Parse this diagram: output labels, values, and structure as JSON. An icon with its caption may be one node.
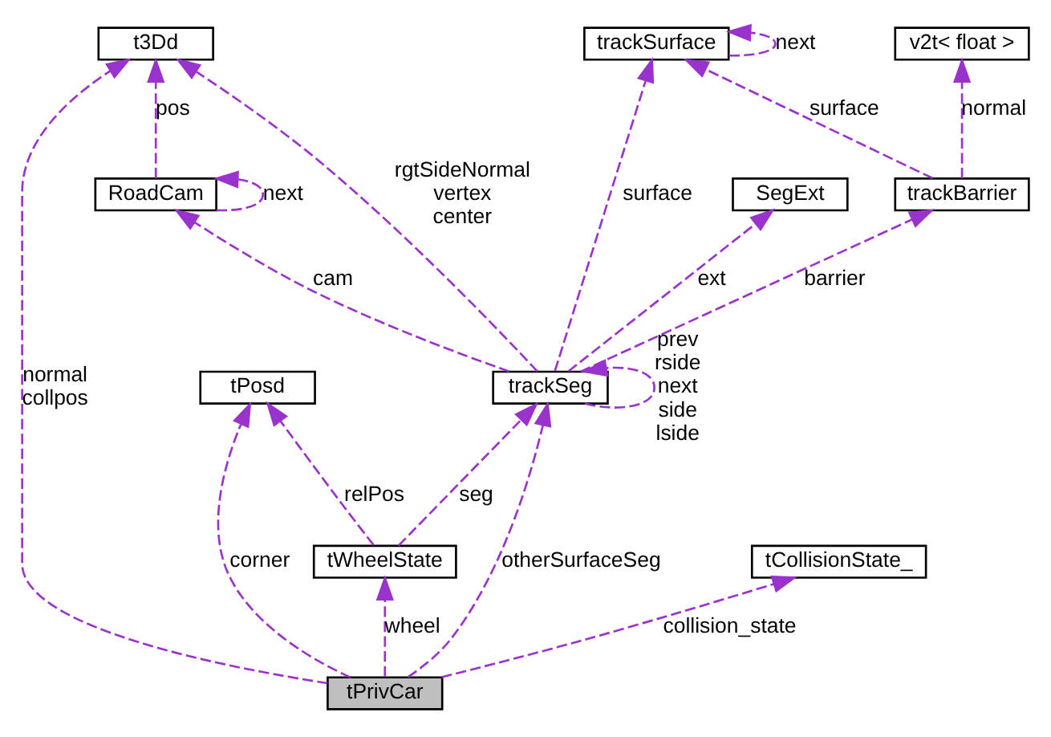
{
  "diagram": {
    "nodes": [
      {
        "text": [
          "t3Dd"
        ]
      },
      {
        "text": [
          "trackSurface"
        ]
      },
      {
        "text": [
          "v2t< float >"
        ]
      },
      {
        "text": [
          "RoadCam"
        ]
      },
      {
        "text": [
          "trackBarrier"
        ]
      },
      {
        "text": [
          "SegExt"
        ]
      },
      {
        "text": [
          "trackSeg"
        ]
      },
      {
        "text": [
          "tPosd"
        ]
      },
      {
        "text": [
          "tWheelState"
        ]
      },
      {
        "text": [
          "tCollisionState_"
        ]
      },
      {
        "text": [
          "tPrivCar"
        ]
      }
    ],
    "edges": [
      {
        "from": 10,
        "to": 0,
        "arrow": "to",
        "label": "normal collpos",
        "style": "dashed"
      },
      {
        "from": 3,
        "to": 0,
        "arrow": "to",
        "label": "pos",
        "style": "dashed"
      },
      {
        "from": 6,
        "to": 0,
        "arrow": "to",
        "label": "rgtSideNormal vertex center",
        "style": "dashed"
      },
      {
        "from": 1,
        "to": 1,
        "arrow": "to",
        "label": "next",
        "style": "dashed"
      },
      {
        "from": 4,
        "to": 1,
        "arrow": "to",
        "label": "surface",
        "style": "dashed"
      },
      {
        "from": 4,
        "to": 2,
        "arrow": "to",
        "label": "normal",
        "style": "dashed"
      },
      {
        "from": 3,
        "to": 3,
        "arrow": "to",
        "label": "next",
        "style": "dashed"
      },
      {
        "from": 6,
        "to": 3,
        "arrow": "to",
        "label": "cam",
        "style": "dashed"
      },
      {
        "from": 6,
        "to": 1,
        "arrow": "to",
        "label": "surface",
        "style": "dashed"
      },
      {
        "from": 6,
        "to": 4,
        "arrow": "to",
        "label": "barrier",
        "style": "dashed"
      },
      {
        "from": 6,
        "to": 5,
        "arrow": "to",
        "label": "ext",
        "style": "dashed"
      },
      {
        "from": 6,
        "to": 6,
        "arrow": "to",
        "label": "prev rside next side lside",
        "style": "dashed"
      },
      {
        "from": 8,
        "to": 6,
        "arrow": "to",
        "label": "seg",
        "style": "dashed"
      },
      {
        "from": 8,
        "to": 7,
        "arrow": "to",
        "label": "relPos",
        "style": "dashed"
      },
      {
        "from": 10,
        "to": 6,
        "arrow": "to",
        "label": "otherSurfaceSeg",
        "style": "dashed"
      },
      {
        "from": 10,
        "to": 7,
        "arrow": "to",
        "label": "corner",
        "style": "dashed"
      },
      {
        "from": 10,
        "to": 8,
        "arrow": "to",
        "label": "wheel",
        "style": "dashed"
      },
      {
        "from": 10,
        "to": 9,
        "arrow": "to",
        "label": "collision_state",
        "style": "dashed"
      }
    ]
  }
}
